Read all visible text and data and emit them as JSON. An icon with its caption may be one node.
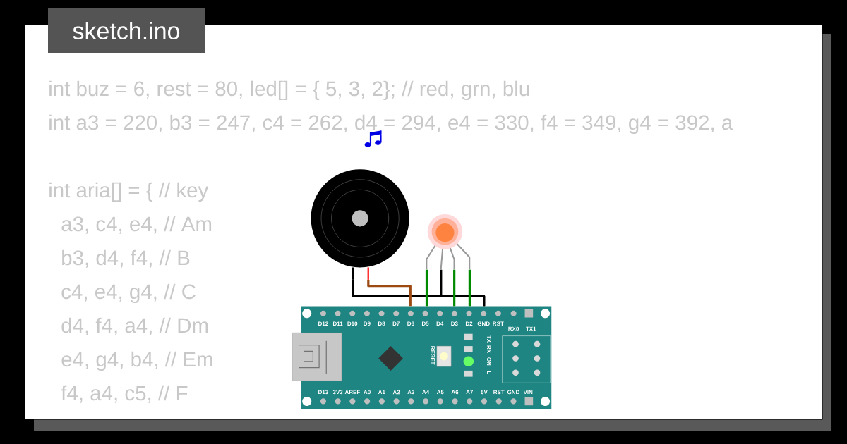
{
  "diagram": {
    "title": "sketch.ino",
    "nodes": [
      {
        "text": [],
        "shape": "picture"
      },
      {
        "text": [],
        "shape": "picture"
      },
      {
        "text": [],
        "shape": "picture"
      }
    ],
    "edges": [
      {
        "from": 0,
        "to": 2,
        "arrow": "none",
        "color": "#000000"
      },
      {
        "from": 0,
        "to": 2,
        "arrow": "none",
        "color": "#9c4a12"
      },
      {
        "from": 1,
        "to": 2,
        "arrow": "none",
        "color": "#008a00"
      },
      {
        "from": 1,
        "to": 2,
        "arrow": "none",
        "color": "#000000"
      },
      {
        "from": 1,
        "to": 2,
        "arrow": "none",
        "color": "#008a00"
      },
      {
        "from": 1,
        "to": 2,
        "arrow": "none",
        "color": "#008a00"
      }
    ],
    "labels": [
      "int buz = 6, rest = 80, led[] = { 5, 3, 2}; // red, grn, blu",
      "int a3 = 220, b3 = 247, c4 = 262, d4 = 294, e4 = 330, f4 = 349, g4 = 392, a",
      "int aria[] = { // key",
      "a3, c4, e4, // Am",
      "b3, d4, f4, // B",
      "c4, e4, g4, // C",
      "d4, f4, a4, // Dm",
      "e4, g4, b4, // Em",
      "f4, a4, c5, // F",
      "D12",
      "D11",
      "D10",
      "D9",
      "D8",
      "D7",
      "D6",
      "D5",
      "D4",
      "D3",
      "D2",
      "GND",
      "RST",
      "RX0",
      "TX1",
      "RESET",
      "TX",
      "RX",
      "ON",
      "L",
      "D13",
      "3V3",
      "AREF",
      "A0",
      "A1",
      "A2",
      "A3",
      "A4",
      "A5",
      "A6",
      "A7",
      "5V",
      "RST",
      "GND",
      "VIN"
    ]
  }
}
